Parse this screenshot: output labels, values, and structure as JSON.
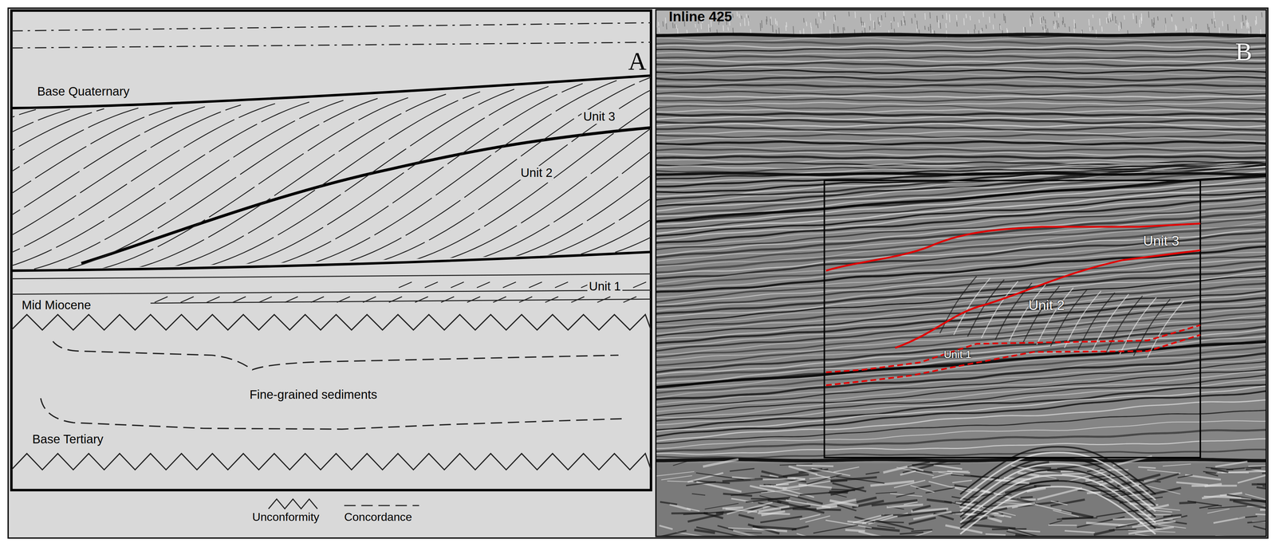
{
  "diagram": {
    "nodes": [
      {
        "text": [
          "A"
        ]
      },
      {
        "text": [
          "Inline 425",
          "B"
        ]
      }
    ],
    "labels": [
      "Base Quaternary",
      "Unit 3",
      "Unit 2",
      "Unit 1",
      "Mid Miocene",
      "Fine-grained sediments",
      "Base Tertiary",
      "Unit 3",
      "Unit 2",
      "Unit 1"
    ],
    "legend": [
      {
        "text": "Unconformity"
      },
      {
        "text": "Concordance"
      }
    ]
  }
}
